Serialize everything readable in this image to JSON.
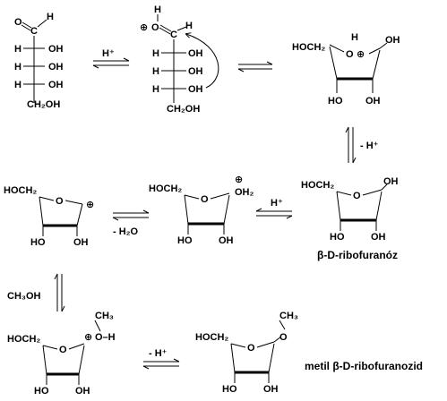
{
  "reagents": {
    "h_plus": "H⁺",
    "minus_h_plus": "- H⁺",
    "minus_h2o": "- H₂O",
    "methanol": "CH₃OH"
  },
  "labels": {
    "beta_ribofuranose": "β-D-ribofuranóz",
    "methyl_beta_ribofuranoside": "metil  β-D-ribofuranozid"
  },
  "atoms": {
    "H": "H",
    "C": "C",
    "O": "O",
    "OH": "OH",
    "HO": "HO",
    "CH2OH": "CH₂OH",
    "HOCH2": "HOCH₂",
    "OH2": "OH₂",
    "CH3": "CH₃",
    "O_minus_H": "O–H",
    "plus": "⊕"
  }
}
